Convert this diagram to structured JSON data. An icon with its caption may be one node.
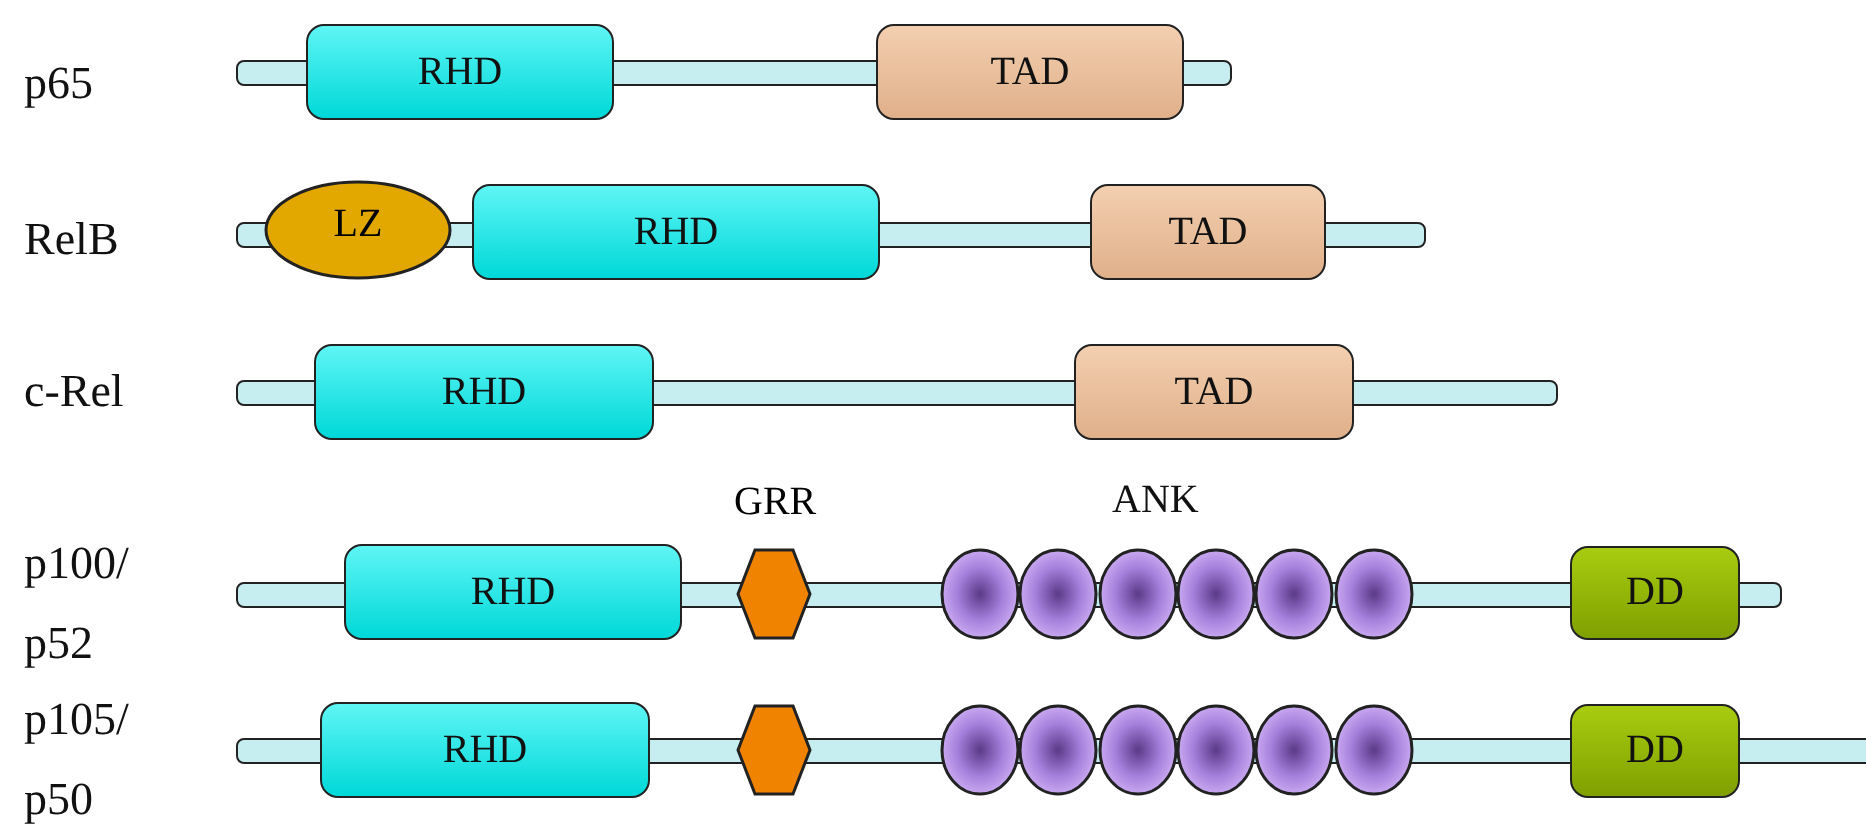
{
  "diagram": {
    "nodes": [
      {
        "text": [
          "RHD"
        ]
      },
      {
        "text": [
          "TAD"
        ]
      },
      {
        "text": [
          "LZ"
        ]
      },
      {
        "text": [
          "RHD"
        ]
      },
      {
        "text": [
          "TAD"
        ]
      },
      {
        "text": [
          "RHD"
        ]
      },
      {
        "text": [
          "TAD"
        ]
      },
      {
        "text": [
          "RHD"
        ]
      },
      {
        "text": [
          "GRR"
        ]
      },
      {
        "text": [],
        "shape": "circle"
      },
      {
        "text": [],
        "shape": "circle"
      },
      {
        "text": [],
        "shape": "circle"
      },
      {
        "text": [],
        "shape": "circle"
      },
      {
        "text": [],
        "shape": "circle"
      },
      {
        "text": [],
        "shape": "circle"
      },
      {
        "text": [
          "DD"
        ]
      },
      {
        "text": [
          "RHD"
        ]
      },
      {
        "text": [],
        "shape": "hexagon"
      },
      {
        "text": [],
        "shape": "circle"
      },
      {
        "text": [],
        "shape": "circle"
      },
      {
        "text": [],
        "shape": "circle"
      },
      {
        "text": [],
        "shape": "circle"
      },
      {
        "text": [],
        "shape": "circle"
      },
      {
        "text": [],
        "shape": "circle"
      },
      {
        "text": [
          "DD"
        ]
      }
    ],
    "edges": [],
    "labels": [
      "p65",
      "RelB",
      "c-Rel",
      "ANK",
      "p100/ p52",
      "p105/ p50"
    ]
  }
}
